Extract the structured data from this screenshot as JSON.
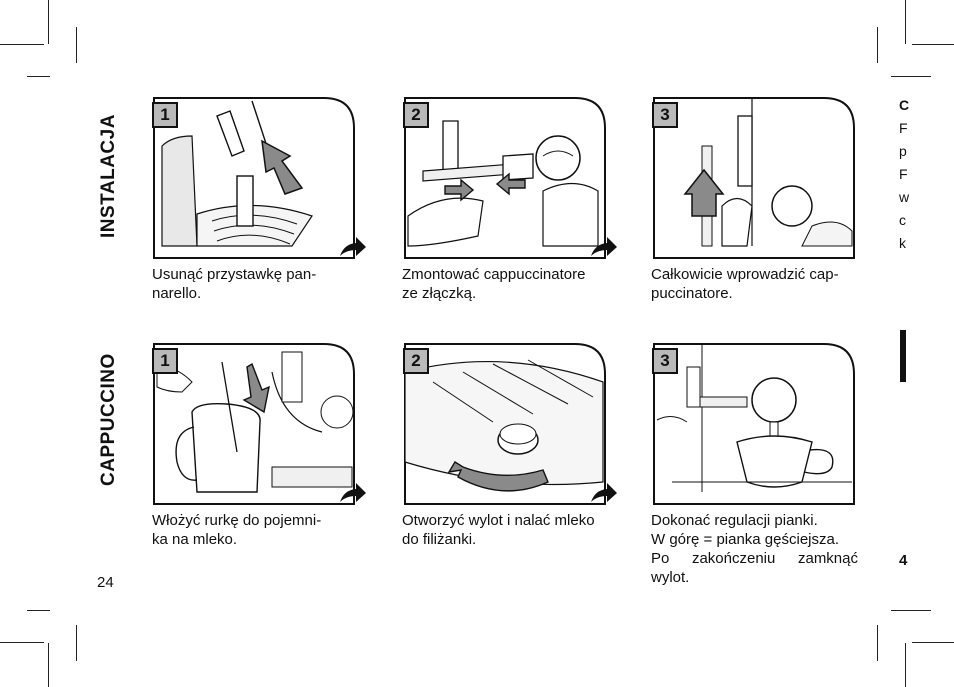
{
  "headings": {
    "installation": "INSTALACJA",
    "cappuccino": "CAPPUCCINO"
  },
  "installation_steps": [
    {
      "number": "1",
      "caption": "Usunąć przystawkę pan-\nnarello."
    },
    {
      "number": "2",
      "caption": "Zmontować cappuccinatore\nze złączką."
    },
    {
      "number": "3",
      "caption": "Całkowicie wprowadzić cap-\npuccinatore."
    }
  ],
  "cappuccino_steps": [
    {
      "number": "1",
      "caption": "Włożyć rurkę do pojemni-\nka na mleko."
    },
    {
      "number": "2",
      "caption": "Otworzyć wylot i nalać mleko\ndo filiżanki."
    },
    {
      "number": "3",
      "caption": "Dokonać regulacji pianki.\nW górę = pianka gęściejsza.\nPo zakończeniu zamknąć wylot."
    }
  ],
  "page_number": "24",
  "edge_fragments": {
    "top": [
      "C",
      "F",
      "p",
      "F",
      "w",
      "c",
      "k"
    ],
    "bottom": "4"
  },
  "colors": {
    "frame": "#111111",
    "number_fill": "#b9b9b9",
    "arrow_fill": "#8a8a8a"
  }
}
